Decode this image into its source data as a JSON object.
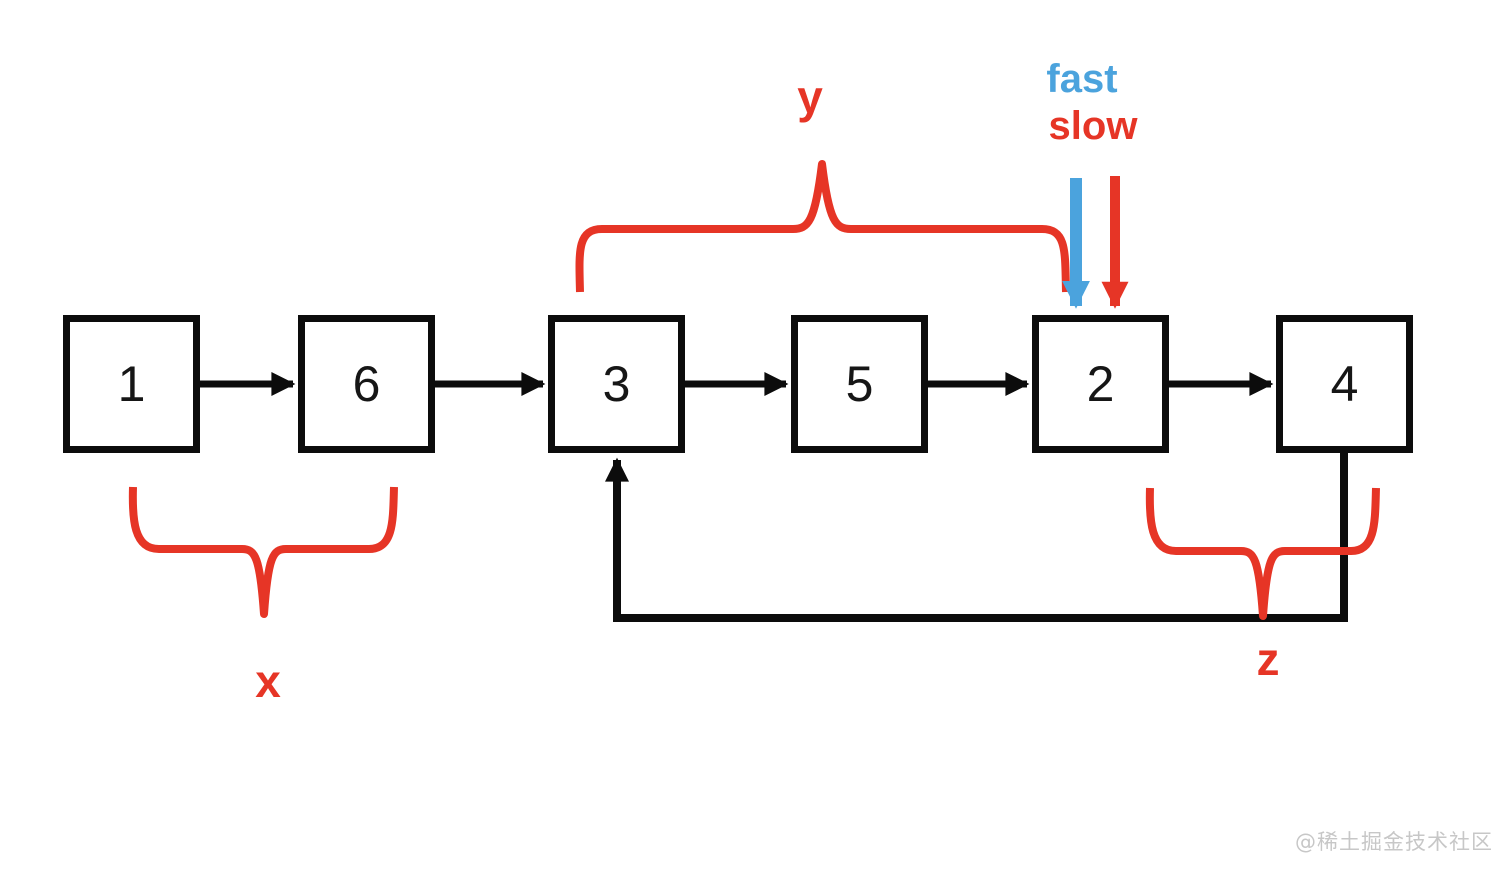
{
  "nodes": [
    {
      "value": "1"
    },
    {
      "value": "6"
    },
    {
      "value": "3"
    },
    {
      "value": "5"
    },
    {
      "value": "2"
    },
    {
      "value": "4"
    }
  ],
  "edges": [
    {
      "from": "1",
      "to": "6"
    },
    {
      "from": "6",
      "to": "3"
    },
    {
      "from": "3",
      "to": "5"
    },
    {
      "from": "5",
      "to": "2"
    },
    {
      "from": "2",
      "to": "4"
    },
    {
      "from": "4",
      "to": "3"
    }
  ],
  "pointers": {
    "fast_label": "fast",
    "slow_label": "slow"
  },
  "segment_labels": {
    "x": "x",
    "y": "y",
    "z": "z"
  },
  "watermark_text": "@稀土掘金技术社区",
  "colors": {
    "background": "#ffffff",
    "arrow_black": "#0c0c0c",
    "accent_red": "#e63526",
    "accent_blue": "#4ba3dd",
    "watermark_gray": "#c7c7c7",
    "node_text": "#161616"
  }
}
